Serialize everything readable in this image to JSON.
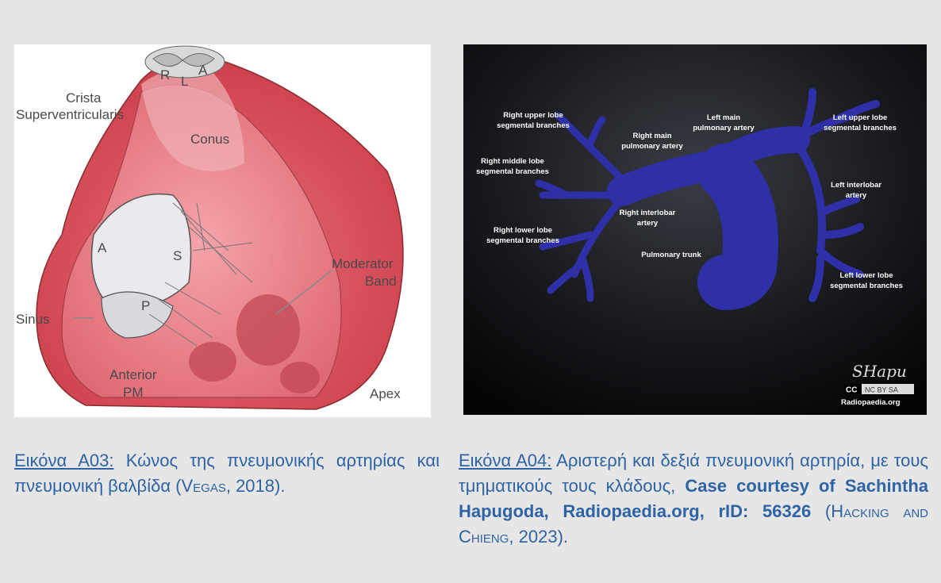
{
  "figure_left": {
    "labels": {
      "R": "R",
      "A_top": "A",
      "L": "L",
      "crista_1": "Crista",
      "crista_2": "Superventricularis",
      "conus": "Conus",
      "A": "A",
      "S": "S",
      "P": "P",
      "moderator_1": "Moderator",
      "moderator_2": "Band",
      "sinus": "Sinus",
      "anterior_1": "Anterior",
      "anterior_2": "PM",
      "apex": "Apex"
    }
  },
  "figure_right": {
    "labels": {
      "rul_1": "Right upper lobe",
      "rul_2": "segmental branches",
      "rml_1": "Right middle lobe",
      "rml_2": "segmental branches",
      "rll_1": "Right lower lobe",
      "rll_2": "segmental branches",
      "rmain_1": "Right main",
      "rmain_2": "pulmonary artery",
      "lmain_1": "Left main",
      "lmain_2": "pulmonary artery",
      "lul_1": "Left upper lobe",
      "lul_2": "segmental branches",
      "linter_1": "Left interlobar",
      "linter_2": "artery",
      "rinter_1": "Right interlobar",
      "rinter_2": "artery",
      "trunk": "Pulmonary trunk",
      "lll_1": "Left lower lobe",
      "lll_2": "segmental branches"
    },
    "signature": "SHapu",
    "license_cc": "CC",
    "license_text": "NC BY SA",
    "site": "Radiopaedia.org"
  },
  "caption_left": {
    "number": "Εικόνα Α03:",
    "text": " Κώνος της πνευμονικής αρτηρίας και πνευμονική βαλβίδα (",
    "cite": "Vegas",
    "end": ", 2018)."
  },
  "caption_right": {
    "number": "Εικόνα Α04:",
    "text": " Αριστερή και δεξιά πνευμονική αρτηρία, με τους τμηματικούς τους κλάδους, ",
    "bold": "Case courtesy of Sachintha Hapugoda, Radiopaedia.org, rID: 56326",
    "pre_cite": " (",
    "cite": "Hacking and Chieng",
    "end": ", 2023)."
  }
}
